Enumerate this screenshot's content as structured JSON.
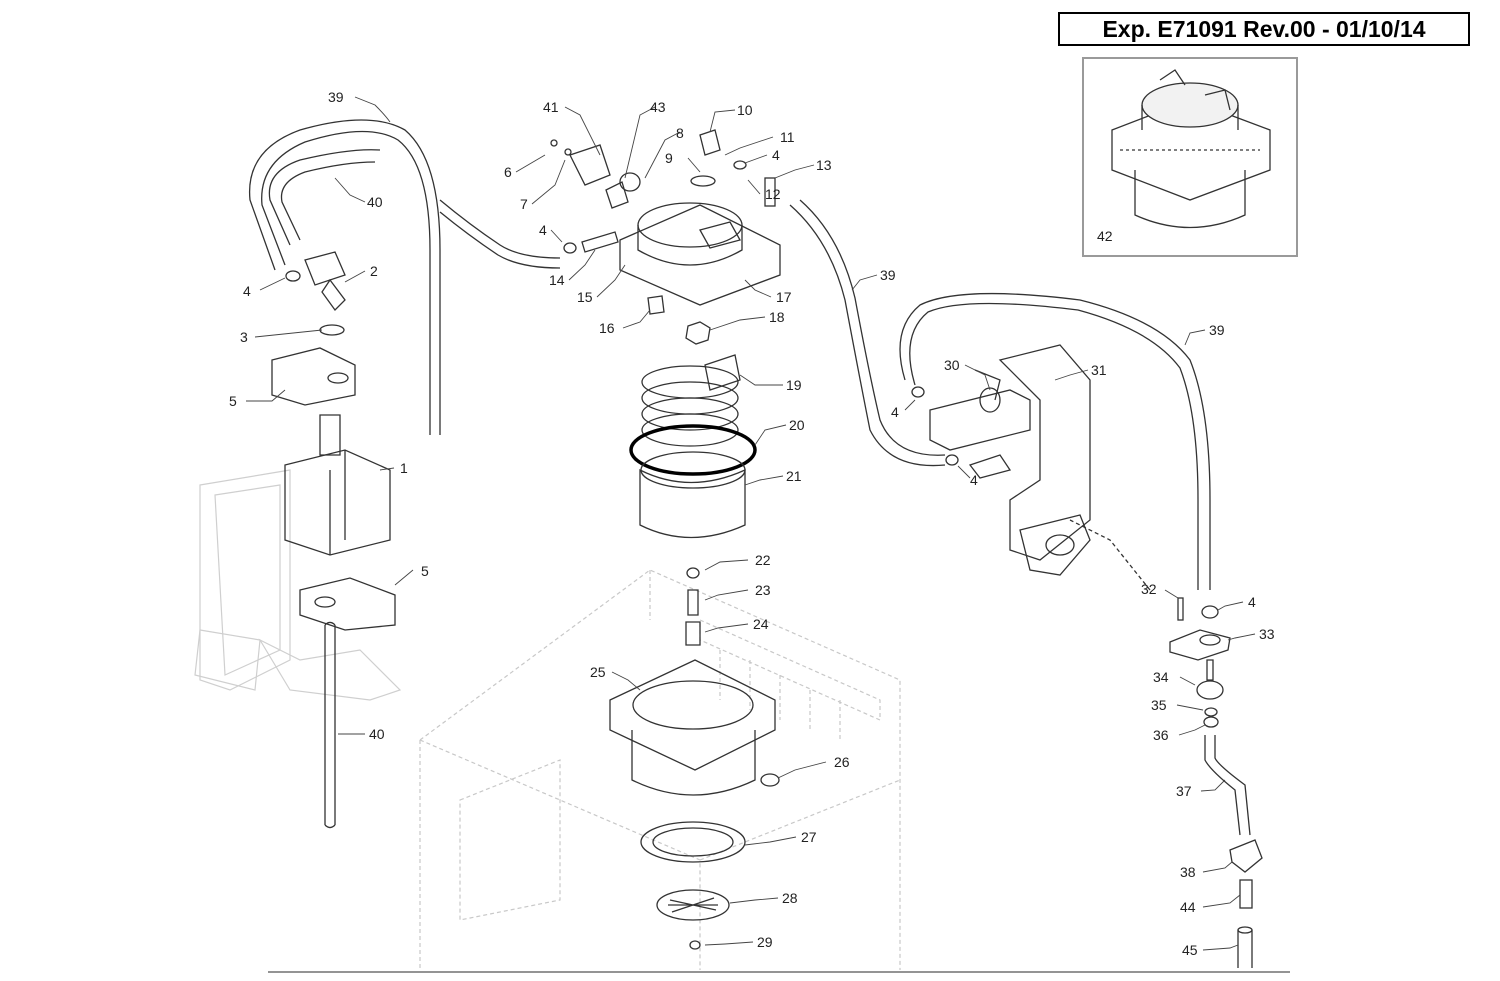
{
  "header": {
    "reference": "Exp. E71091 Rev.00 - 01/10/14"
  },
  "inset": {
    "label": "42"
  },
  "callouts": [
    {
      "id": "c39a",
      "label": "39"
    },
    {
      "id": "c40a",
      "label": "40"
    },
    {
      "id": "c4a",
      "label": "4"
    },
    {
      "id": "c2",
      "label": "2"
    },
    {
      "id": "c3",
      "label": "3"
    },
    {
      "id": "c5a",
      "label": "5"
    },
    {
      "id": "c1",
      "label": "1"
    },
    {
      "id": "c5b",
      "label": "5"
    },
    {
      "id": "c40b",
      "label": "40"
    },
    {
      "id": "c41",
      "label": "41"
    },
    {
      "id": "c43",
      "label": "43"
    },
    {
      "id": "c10",
      "label": "10"
    },
    {
      "id": "c8",
      "label": "8"
    },
    {
      "id": "c11",
      "label": "11"
    },
    {
      "id": "c6",
      "label": "6"
    },
    {
      "id": "c9",
      "label": "9"
    },
    {
      "id": "c4b",
      "label": "4"
    },
    {
      "id": "c13",
      "label": "13"
    },
    {
      "id": "c7",
      "label": "7"
    },
    {
      "id": "c12",
      "label": "12"
    },
    {
      "id": "c4c",
      "label": "4"
    },
    {
      "id": "c14",
      "label": "14"
    },
    {
      "id": "c15",
      "label": "15"
    },
    {
      "id": "c17",
      "label": "17"
    },
    {
      "id": "c16",
      "label": "16"
    },
    {
      "id": "c18",
      "label": "18"
    },
    {
      "id": "c19",
      "label": "19"
    },
    {
      "id": "c20",
      "label": "20"
    },
    {
      "id": "c21",
      "label": "21"
    },
    {
      "id": "c39b",
      "label": "39"
    },
    {
      "id": "c39c",
      "label": "39"
    },
    {
      "id": "c30",
      "label": "30"
    },
    {
      "id": "c31",
      "label": "31"
    },
    {
      "id": "c4d",
      "label": "4"
    },
    {
      "id": "c4e",
      "label": "4"
    },
    {
      "id": "c22",
      "label": "22"
    },
    {
      "id": "c23",
      "label": "23"
    },
    {
      "id": "c24",
      "label": "24"
    },
    {
      "id": "c25",
      "label": "25"
    },
    {
      "id": "c26",
      "label": "26"
    },
    {
      "id": "c27",
      "label": "27"
    },
    {
      "id": "c28",
      "label": "28"
    },
    {
      "id": "c29",
      "label": "29"
    },
    {
      "id": "c32",
      "label": "32"
    },
    {
      "id": "c4f",
      "label": "4"
    },
    {
      "id": "c33",
      "label": "33"
    },
    {
      "id": "c34",
      "label": "34"
    },
    {
      "id": "c35",
      "label": "35"
    },
    {
      "id": "c36",
      "label": "36"
    },
    {
      "id": "c37",
      "label": "37"
    },
    {
      "id": "c38",
      "label": "38"
    },
    {
      "id": "c44",
      "label": "44"
    },
    {
      "id": "c45",
      "label": "45"
    }
  ]
}
